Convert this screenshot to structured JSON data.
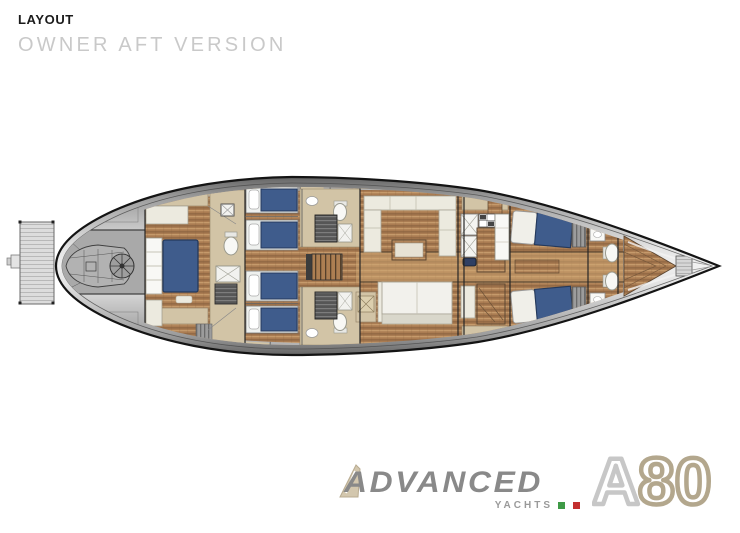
{
  "header": {
    "title": "LAYOUT",
    "subtitle": "OWNER AFT VERSION"
  },
  "logo": {
    "brand": "ADVANCED",
    "division": "YACHTS",
    "model_letter": "A",
    "model_digits": "80"
  },
  "colors": {
    "title-gray": "#c9c9c9",
    "brand-gray": "#898989",
    "sail-beige": "#d3c7ae",
    "model-letter-gray": "#c7c7c7",
    "model-digits-beige": "#b3a78d",
    "flag-green": "#3e9a46",
    "flag-red": "#c32f2f",
    "hull-outline": "#141414",
    "deck-dark": "#636363",
    "deck-light": "#f0f0f0",
    "platform-gray": "#dcdcdc",
    "garage-gray": "#a9a9a9",
    "wood-base": "#aa7c52",
    "wood-light": "#c59a6b",
    "wood-dark": "#87603f",
    "bed-blue": "#3f5c8c",
    "bed-blue-dark": "#24395c",
    "cabinet-beige": "#d2c4a6",
    "sofa-cream": "#eceadf",
    "fixture-white": "#f8f8f5"
  },
  "plan": {
    "vessel": "sailing-yacht-deck-plan",
    "areas": [
      {
        "id": "swim-platform"
      },
      {
        "id": "tender-garage"
      },
      {
        "id": "owner-cabin-aft"
      },
      {
        "id": "guest-cabin-port"
      },
      {
        "id": "guest-cabin-starboard"
      },
      {
        "id": "salon"
      },
      {
        "id": "galley"
      },
      {
        "id": "nav-station"
      },
      {
        "id": "crew-cabin-forward"
      },
      {
        "id": "forward-heads"
      },
      {
        "id": "bow-anchor-locker"
      }
    ]
  }
}
